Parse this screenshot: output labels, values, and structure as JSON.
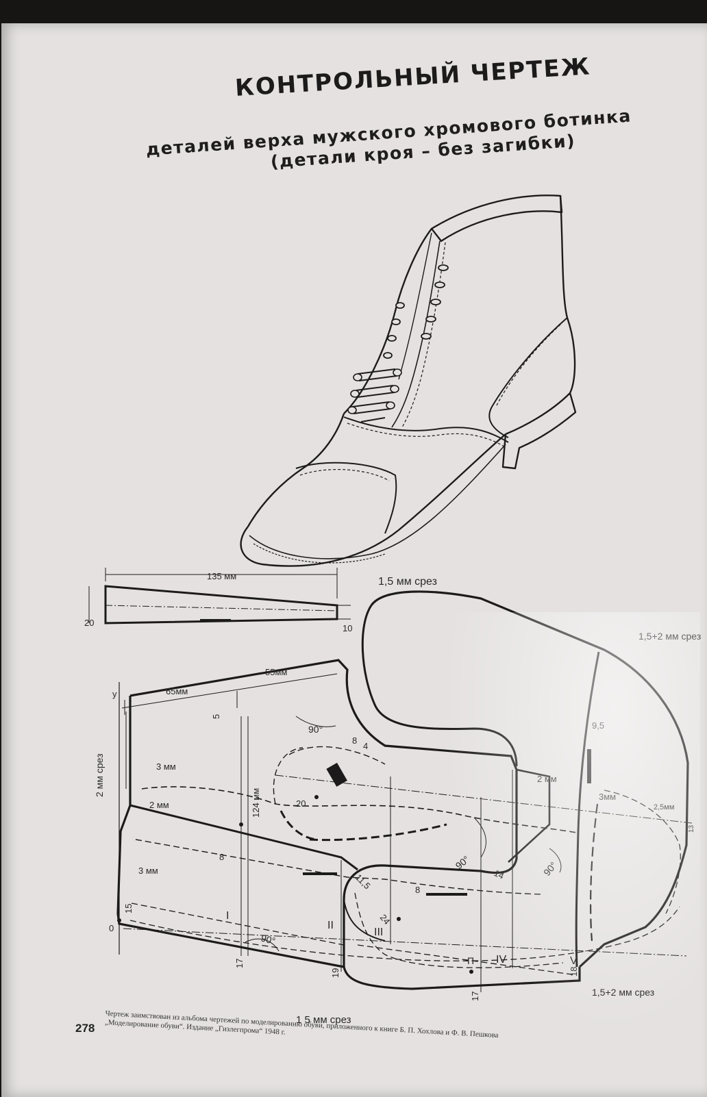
{
  "title": "КОНТРОЛЬНЫЙ ЧЕРТЕЖ",
  "subtitle_line1": "деталей верха мужского хромового ботинка",
  "subtitle_line2": "(детали кроя – без загибки)",
  "labels": {
    "strip_length": "135 мм",
    "strip_height_left": "20",
    "strip_height_right": "10",
    "cut_top": "1,5 мм срез",
    "cut_right_top": "1,5+2 мм срез",
    "cut_right_bottom": "1,5+2 мм срез",
    "cut_bottom": "1 5 мм срез",
    "cut_left": "2 мм срез",
    "axis_y": "y",
    "origin": "0",
    "dim_65": "65мм",
    "dim_55": "55мм",
    "dim_5": "5",
    "dim_124": "124 мм",
    "dim_3mm_a": "3 мм",
    "dim_2mm_a": "2 мм",
    "dim_3mm_b": "3 мм",
    "dim_2mm_b": "2 мм",
    "dim_3mm_c": "3мм",
    "dim_2_5mm": "2,5мм",
    "dim_9_5": "9,5",
    "dim_8_a": "8",
    "dim_8_b": "8",
    "dim_8_c": "8",
    "dim_4": "4",
    "dim_20": "20",
    "dim_11_5": "11,5",
    "dim_24": "24",
    "dim_14": "14",
    "dim_15": "15",
    "dim_17_a": "17",
    "dim_19": "19",
    "dim_17_b": "17",
    "dim_18": "18",
    "dim_13": "13",
    "angle_90_a": "90°",
    "angle_90_b": "90°",
    "angle_90_c": "90°",
    "angle_90_d": "90°",
    "roman_1": "I",
    "roman_2": "II",
    "roman_3": "III",
    "roman_4": "IV",
    "roman_5": "V",
    "point_p": "П"
  },
  "page_number": "278",
  "credit_line1": "Чертеж заимствован из альбома чертежей по моделированию обуви, приложенного к книге Б. П. Хохлова и Ф. В. Пешкова",
  "credit_line2": "„Моделирование обуви“. Издание „Гизлегпрома“ 1948 г."
}
